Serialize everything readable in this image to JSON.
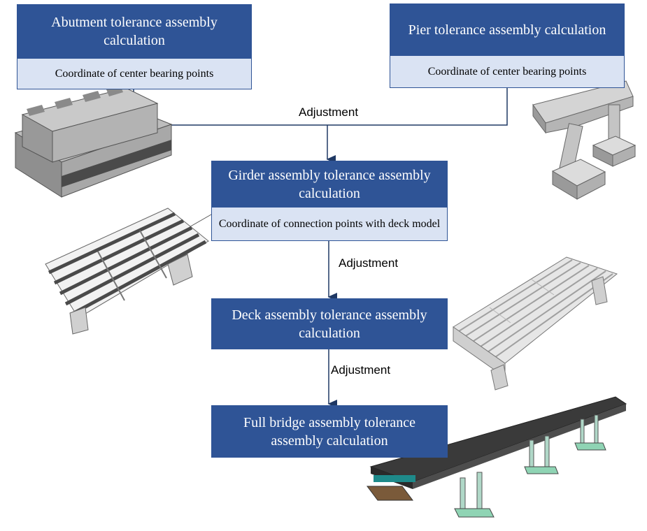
{
  "boxes": {
    "abutment": {
      "title": "Abutment tolerance assembly calculation",
      "sub": "Coordinate of center bearing points"
    },
    "pier": {
      "title": "Pier tolerance assembly calculation",
      "sub": "Coordinate of center bearing points"
    },
    "girder": {
      "title": "Girder assembly tolerance assembly calculation",
      "sub": "Coordinate of connection points with deck model"
    },
    "deck": {
      "title": "Deck assembly tolerance assembly calculation"
    },
    "full": {
      "title": "Full bridge assembly tolerance assembly calculation"
    }
  },
  "arrows": {
    "adjustment_1": "Adjustment",
    "adjustment_2": "Adjustment",
    "adjustment_3": "Adjustment"
  },
  "colors": {
    "box_title_bg": "#2f5496",
    "box_sub_bg": "#dae3f3",
    "connector": "#1f3864"
  },
  "illustrations": [
    "abutment-model",
    "pier-model",
    "girder-model",
    "deck-model",
    "full-bridge-model"
  ]
}
